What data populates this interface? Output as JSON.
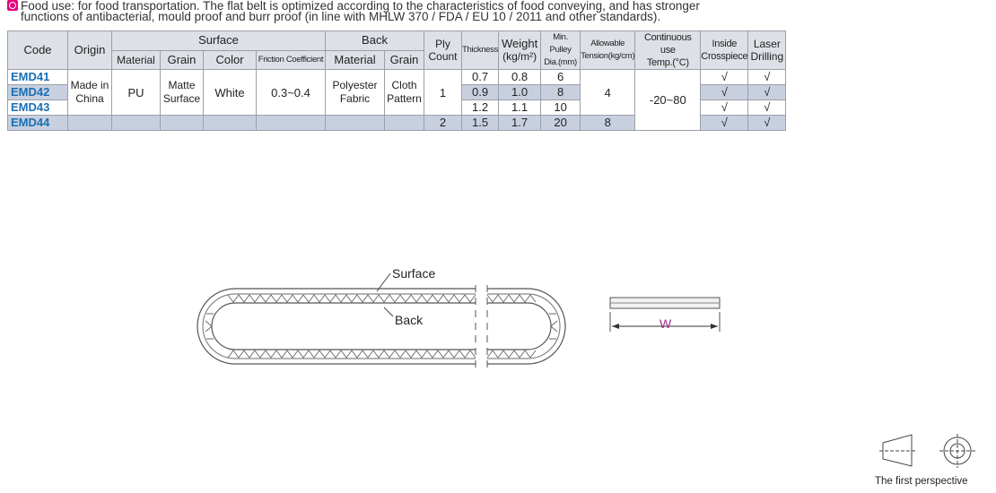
{
  "intro": {
    "line1": "Food use:  for food transportation. The flat belt is optimized according to the characteristics of food conveying, and has stronger",
    "line2": "functions of antibacterial, mould proof and burr proof (in line with MHLW 370 / FDA / EU 10 / 2011 and other standards)."
  },
  "table": {
    "headers": {
      "code": "Code",
      "origin": "Origin",
      "surface": "Surface",
      "surface_material": "Material",
      "surface_grain": "Grain",
      "surface_color": "Color",
      "friction": "Friction Coefficient",
      "back": "Back",
      "back_material": "Material",
      "back_grain": "Grain",
      "ply_1": "Ply",
      "ply_2": "Count",
      "thickness": "Thickness",
      "weight_1": "Weight",
      "weight_2": "(kg/m²)",
      "pulley_1": "Min. Pulley",
      "pulley_2": "Dia.(mm)",
      "tension_1": "Allowable",
      "tension_2": "Tension(kg/cm)",
      "temp_1": "Continuous use",
      "temp_2": "Temp.(°C)",
      "cross_1": "Inside",
      "cross_2": "Crosspiece",
      "laser_1": "Laser",
      "laser_2": "Drilling"
    },
    "merged": {
      "origin_1": "Made in",
      "origin_2": "China",
      "surface_material": "PU",
      "surface_grain_1": "Matte",
      "surface_grain_2": "Surface",
      "surface_color": "White",
      "friction": "0.3~0.4",
      "back_material_1": "Polyester",
      "back_material_2": "Fabric",
      "back_grain_1": "Cloth",
      "back_grain_2": "Pattern",
      "ply_123": "1",
      "tension_123": "4",
      "temp": "-20~80"
    },
    "rows": [
      {
        "code": "EMD41",
        "thickness": "0.7",
        "weight": "0.8",
        "pulley": "6",
        "cross": "√",
        "laser": "√"
      },
      {
        "code": "EMD42",
        "thickness": "0.9",
        "weight": "1.0",
        "pulley": "8",
        "cross": "√",
        "laser": "√"
      },
      {
        "code": "EMD43",
        "thickness": "1.2",
        "weight": "1.1",
        "pulley": "10",
        "cross": "√",
        "laser": "√"
      },
      {
        "code": "EMD44",
        "ply": "2",
        "thickness": "1.5",
        "weight": "1.7",
        "pulley": "20",
        "tension": "8",
        "cross": "√",
        "laser": "√"
      }
    ]
  },
  "drawing": {
    "surface_label": "Surface",
    "back_label": "Back",
    "width_label": "W",
    "perspective_label": "The first perspective"
  }
}
